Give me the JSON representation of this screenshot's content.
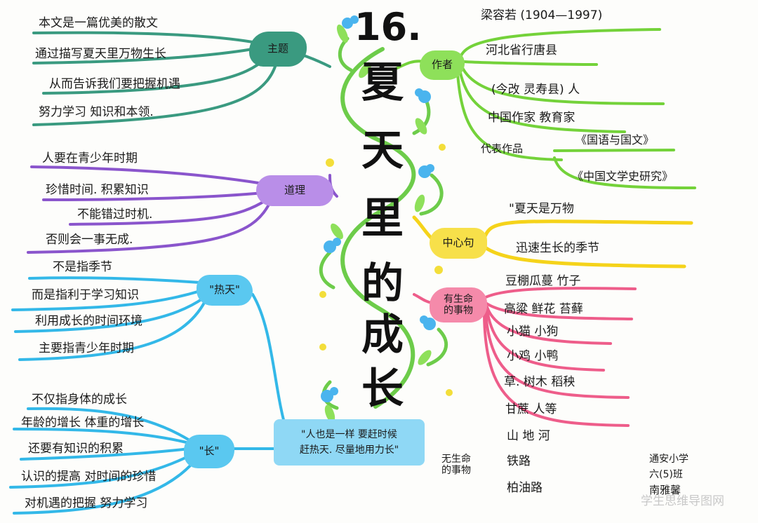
{
  "title": {
    "number": "16.",
    "chars": [
      "夏",
      "天",
      "里",
      "的",
      "成",
      "长"
    ]
  },
  "theme": {
    "label": "主题",
    "items": [
      "本文是一篇优美的散文",
      "通过描写夏天里万物生长",
      "从而告诉我们要把握机遇",
      "努力学习 知识和本领."
    ]
  },
  "reason": {
    "label": "道理",
    "items": [
      "人要在青少年时期",
      "珍惜时间. 积累知识",
      "不能错过时机.",
      "否则会一事无成."
    ]
  },
  "hot": {
    "label": "\"热天\"",
    "items": [
      "不是指季节",
      "而是指利于学习知识",
      "利用成长的时间环境",
      "主要指青少年时期"
    ]
  },
  "grow": {
    "label": "\"长\"",
    "items": [
      "不仅指身体的成长",
      "年龄的增长 体重的增长",
      "还要有知识的积累",
      "认识的提高 对时间的珍惜",
      "对机遇的把握 努力学习"
    ]
  },
  "quote": {
    "line1": "\"人也是一样 要赶时候",
    "line2": "赶热天. 尽量地用力长\""
  },
  "author": {
    "label": "作者",
    "items": [
      "梁容若 (1904—1997)",
      "河北省行唐县",
      "(今改 灵寿县) 人",
      "中国作家 教育家",
      "代表作品"
    ],
    "works": [
      "《国语与国文》",
      "《中国文学史研究》"
    ]
  },
  "central": {
    "label": "中心句",
    "items": [
      "\"夏天是万物",
      "迅速生长的季节"
    ]
  },
  "living": {
    "label_line1": "有生命",
    "label_line2": "的事物",
    "items": [
      "豆棚瓜蔓 竹子",
      "高粱 鲜花 苔藓",
      "小猫 小狗",
      "小鸡 小鸭",
      "草. 树木 稻秧",
      "甘蔗 人等"
    ]
  },
  "nonliving": {
    "label_line1": "无生命",
    "label_line2": "的事物",
    "items": [
      "山 地 河",
      "铁路",
      "柏油路"
    ]
  },
  "signature": {
    "school": "通安小学",
    "class": "六(5)班",
    "name": "南雅馨"
  },
  "watermark": "学生思维导图网",
  "colors": {
    "theme": "#3a9a80",
    "reason": "#8a55cc",
    "hot": "#33b8e8",
    "grow": "#33b8e8",
    "author": "#74d23a",
    "central": "#f5d31a",
    "living": "#ee5d8a",
    "vine": "#6dcc4a",
    "flower": "#4ab4ee"
  }
}
